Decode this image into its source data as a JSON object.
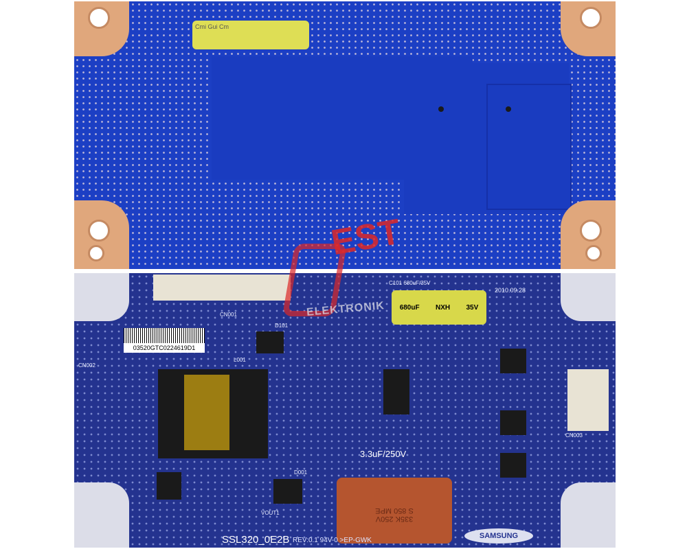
{
  "top_board": {
    "capacitor_text": "Cmi Gui Cm"
  },
  "bottom_board": {
    "barcode": "03520GTC0224619D1",
    "date": "2010.09.28",
    "main_cap_label": "C101 680uF/35V",
    "main_cap_text": [
      "680uF",
      "NXH",
      "35V"
    ],
    "film_cap_text": [
      "335K 250V",
      "S 850 MPE"
    ],
    "film_cap_label": "3.3uF/250V",
    "model": "SSL320_0E2B",
    "rev": "REV:0.1 94V-0 >EP-GWK",
    "brand": "SAMSUNG",
    "labels": {
      "cn001": "CN001",
      "cn002": "CN002",
      "cn003": "CN003",
      "d101": "D101",
      "l001": "L001",
      "d001": "D001",
      "vout": "VOUT1"
    }
  },
  "watermark": {
    "main": "EST",
    "sub": "ELEKTRONIK"
  },
  "colors": {
    "top_pcb": "#1c3fc4",
    "bottom_pcb": "#24338f",
    "pad": "#e0a77c",
    "cap_yellow": "#d8d84a",
    "film_cap": "#b5552f"
  }
}
